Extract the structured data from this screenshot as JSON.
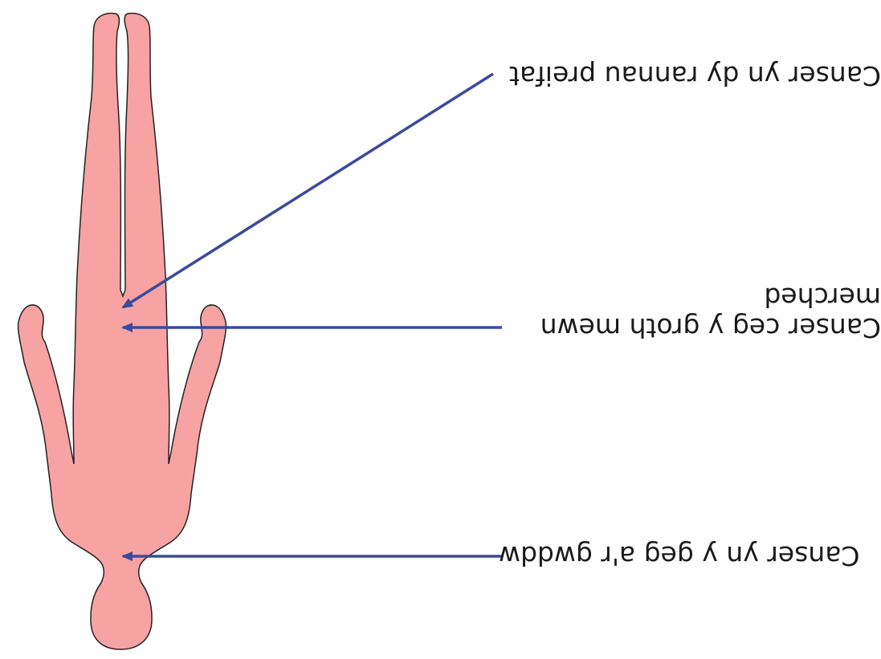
{
  "labels": {
    "throat": "Canser yn y geg a'r gwddw",
    "cervix_line1": "Canser ceg y groth mewn",
    "cervix_line2": "merched",
    "genital": "Canser yn dy rannau preifat"
  },
  "colors": {
    "body_fill": "#f7a3a3",
    "body_outline": "#222222",
    "arrow": "#3b4a9c",
    "text": "#1a1a1a"
  },
  "orientation": "upside-down"
}
